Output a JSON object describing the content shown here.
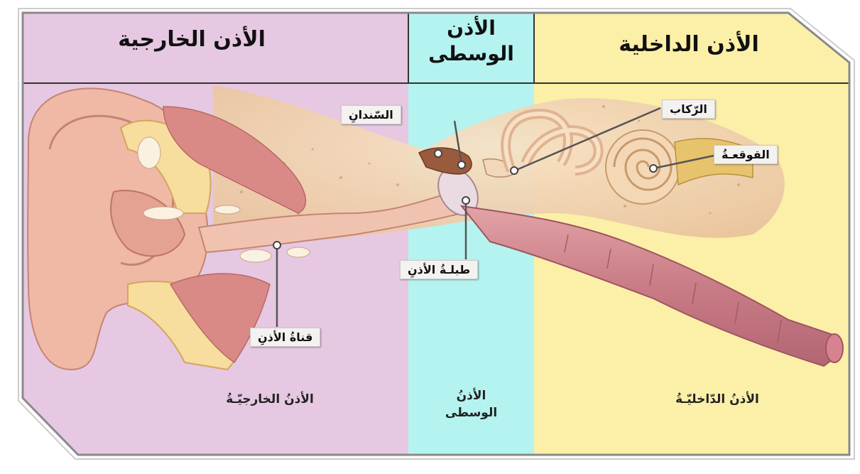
{
  "headers": {
    "outer": "الأذن الخارجية",
    "middle_line1": "الأذن",
    "middle_line2": "الوسطى",
    "inner": "الأذن الداخلية"
  },
  "labels": {
    "incus": "السّندانِ",
    "stapes": "الرّكاب",
    "cochlea": "القوقعـةُ",
    "eardrum": "طبلـةُ الأذنِ",
    "ear_canal": "قناةُ الأذنِ"
  },
  "footers": {
    "outer": "الأذنُ الخارجيّـةُ",
    "middle_line1": "الأذنُ",
    "middle_line2": "الوسطى",
    "inner": "الأذنُ الدّاخليّـةُ"
  },
  "colors": {
    "outer_zone": "#e6c8e2",
    "middle_zone": "#b5f3f0",
    "inner_zone": "#fcefa8",
    "skin": "#efb9a6",
    "bone": "#f3d4b4",
    "muscle": "#d98a86",
    "tube": "#c98a92"
  }
}
